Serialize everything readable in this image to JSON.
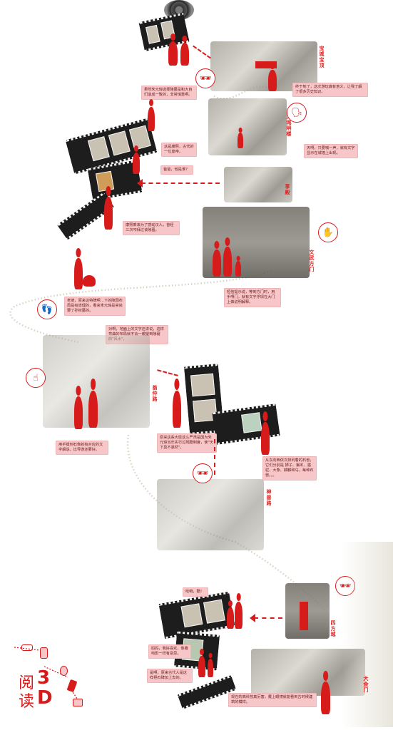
{
  "sites": {
    "baocheng": "宝城宝顶",
    "fangcheng": "方城明楼",
    "xiangdian": "享殿",
    "wenwu": "文武方门",
    "wengzhong": "翁仲路",
    "shenshou": "神兽路",
    "sifang": "四方城",
    "dajin": "大金门"
  },
  "bubbles": {
    "b1": "果然朱元璋选择陵墓是和大自 \n们造成一致的，非常慎重啊。",
    "b2": "终于到了，这次游玩真有意义，让我了解了很多历史知识。",
    "b3": "天啊，只要喊一声，就有文字显示在城墙上出现。",
    "b4": "这是康熙，古代的一位皇帝。",
    "b5": "爸爸，他是谁？",
    "b6": "康熙乘来为了感动汉人，曾经三次叩拜过该陵墓。",
    "b7": "短信提示说，等到方门时，用手啊门，就有文字浮现在大门上做说明解释。",
    "b8": "老婆，原来这特碑啊…下的陵园布局是有道理的，看来朱元璋是崇尚要了孙权墓的。",
    "b9": "对啊，地面上的文字还讲说，这样弯曲的布局就不会一眼望到陵寝的\"风水\"。",
    "b10": "用手摸到石像就有对应的文字解说，比导游还要好。",
    "b11": "原来这些大臣这么严肃是因为朱元璋当年实行过残酷制度，使\"天下莫不骇然\"。",
    "b12": "从东向西依次排列着的石兽，它们分别是 狮子、獬豸、骆驼、大象、麒麟和马，每种石兽。。。",
    "b13": "哇哦，酷！",
    "b14": "妈妈，我好喜欢，像看电影一样有意思。",
    "b15": "是啊，原来古代人是这样把石碑加上去的。",
    "b16": "现在的高科技真厉害，戴上眼镜就能看到古时候建筑的模样。"
  },
  "legend": {
    "chars": [
      "阅",
      "读"
    ],
    "big": "3",
    "d": "D"
  },
  "colors": {
    "accent": "#d71a1a",
    "bubble": "#f7c6c8"
  }
}
